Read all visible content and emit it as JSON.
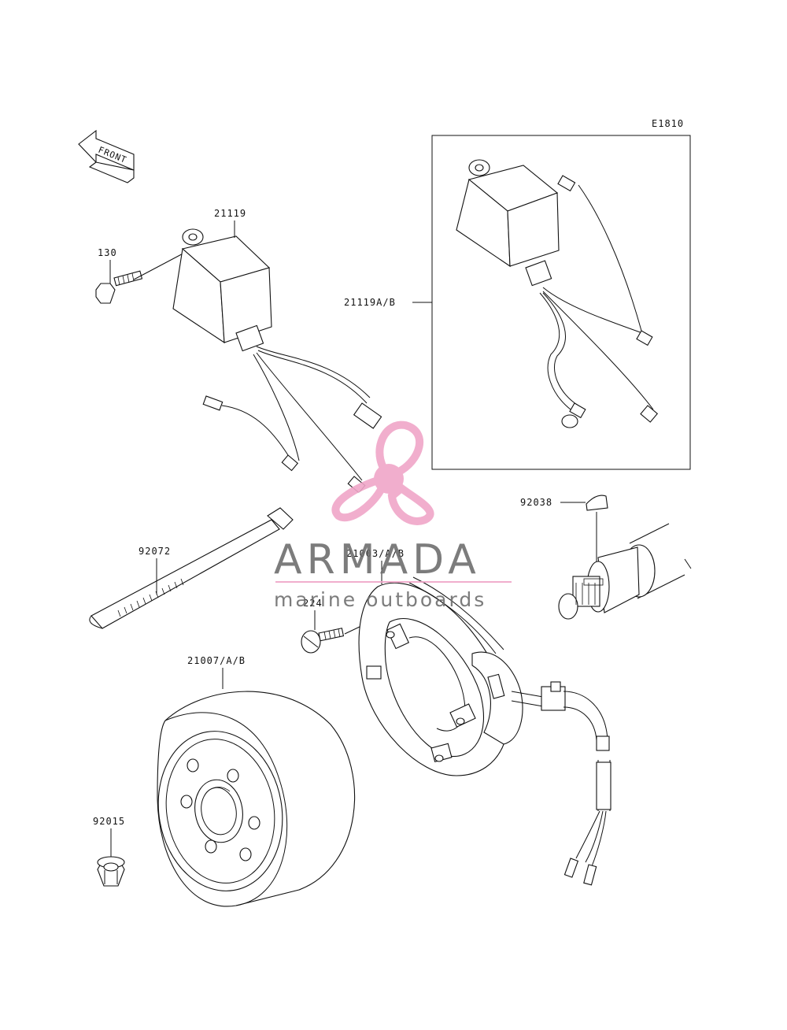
{
  "diagram_code": "E1810",
  "front_label": "FRONT",
  "labels": {
    "p21119": "21119",
    "p130": "130",
    "p21119ab": "21119A/B",
    "p92038": "92038",
    "p92072": "92072",
    "p21003": "21003/A/B",
    "p224": "224",
    "p21007": "21007/A/B",
    "p92015": "92015"
  },
  "watermark": {
    "brand": "ARMADA",
    "tagline": "marine outboards",
    "accent": "#f0a6c8",
    "text_color": "#6e6e6e"
  }
}
